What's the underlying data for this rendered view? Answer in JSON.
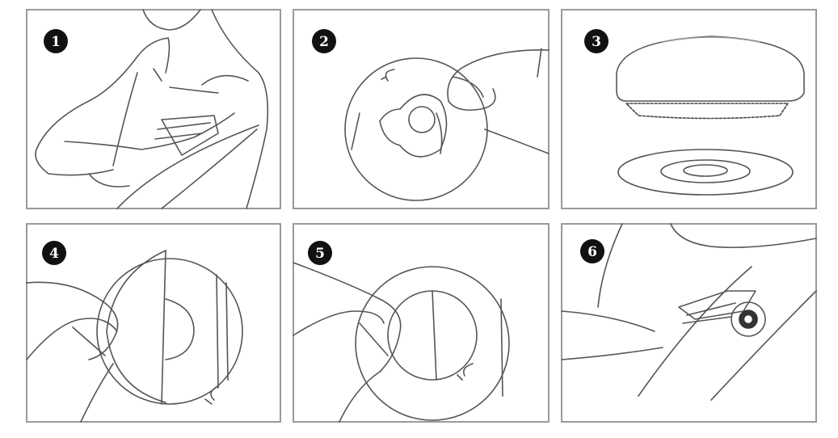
{
  "steps": [
    {
      "number": "1"
    },
    {
      "number": "2"
    },
    {
      "number": "3"
    },
    {
      "number": "4"
    },
    {
      "number": "5"
    },
    {
      "number": "6"
    }
  ],
  "colors": {
    "line": "#555555",
    "frame": "#9a9a9a",
    "badge": "#111111"
  }
}
